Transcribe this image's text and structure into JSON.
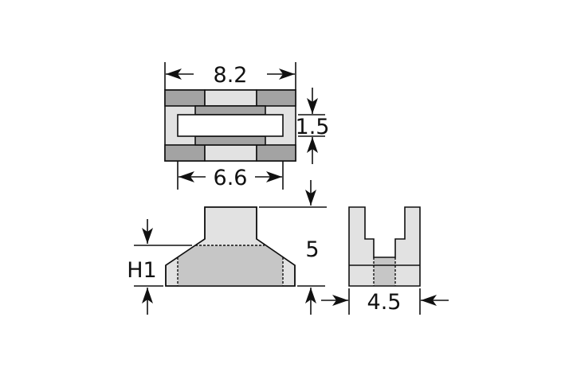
{
  "dimensions": {
    "overall_length": "8.2",
    "inner_length": "6.6",
    "slot_width": "1.5",
    "height": "5",
    "step_height": "H1",
    "width": "4.5"
  },
  "colors": {
    "dark_gray": "#a3a3a3",
    "light_gray": "#e2e2e2",
    "mid_gray": "#c6c6c6",
    "line": "#111111"
  }
}
